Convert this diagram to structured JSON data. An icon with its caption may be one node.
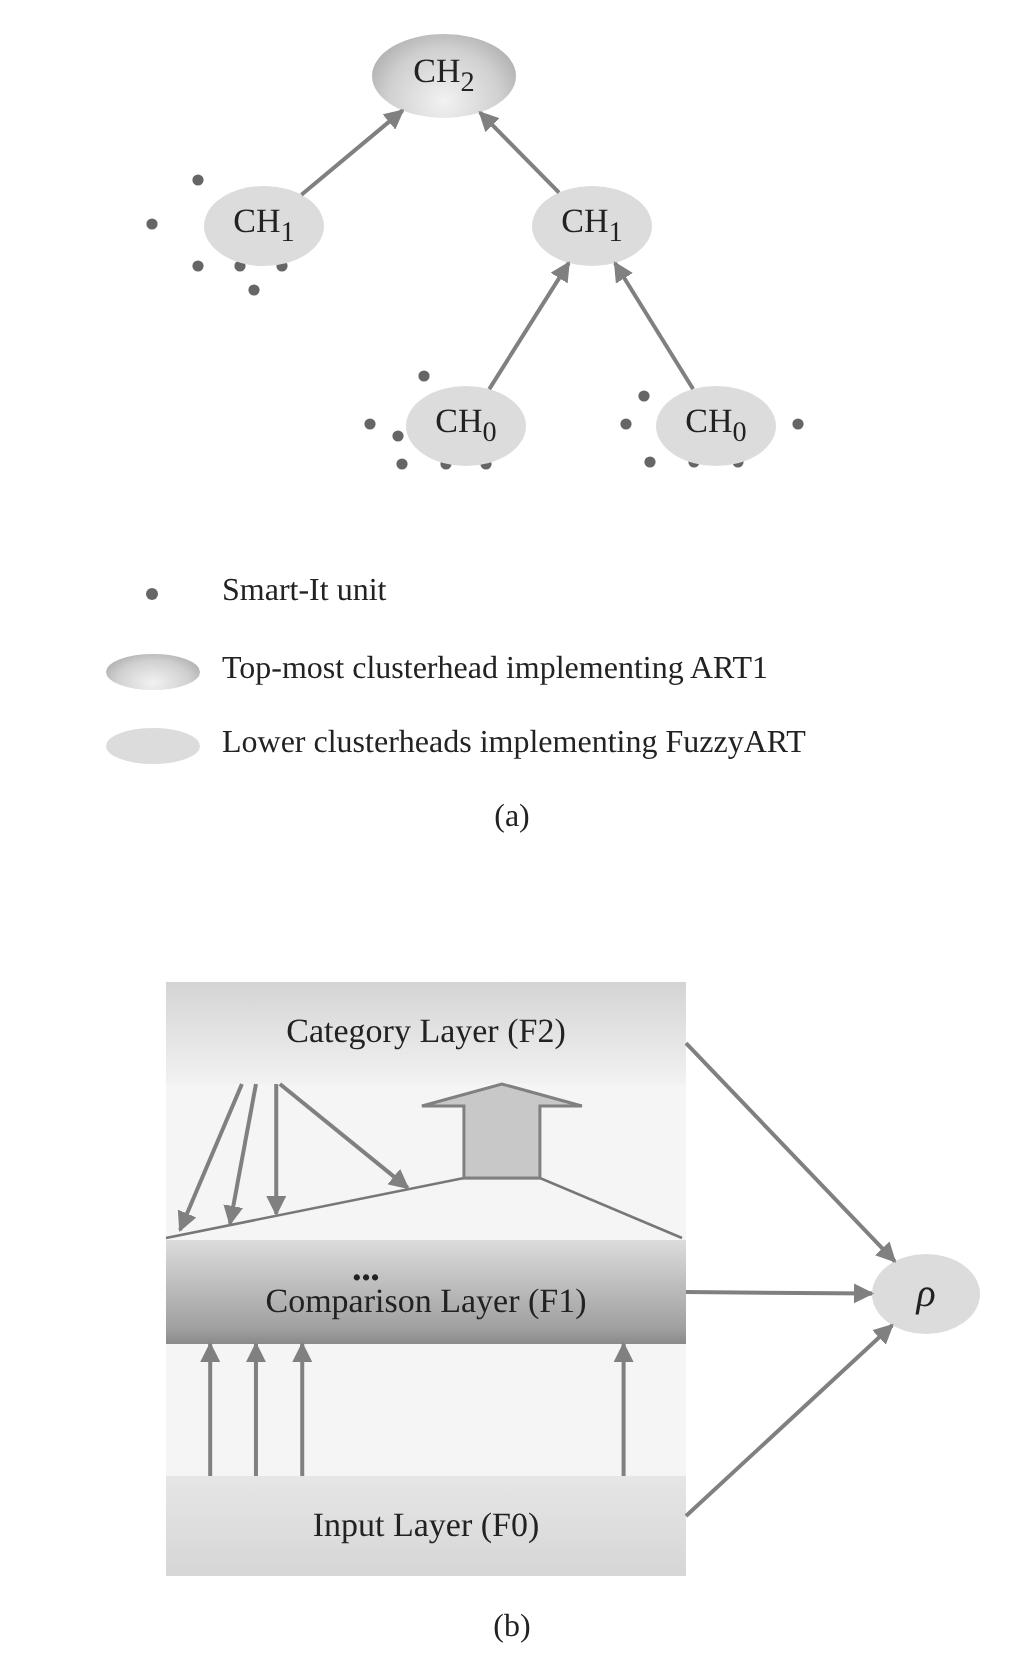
{
  "diagram": {
    "nodes": [
      {
        "text": [
          "CH$_{2}$"
        ]
      },
      {
        "text": [
          "CH$_{1}$"
        ]
      },
      {
        "text": [
          "CH$_{1}$"
        ]
      },
      {
        "text": [
          "CH$_{0}$"
        ]
      },
      {
        "text": [
          "CH$_{0}$"
        ]
      },
      {
        "text": [
          "Category Layer (F2)"
        ]
      },
      {
        "text": [],
        "shape": "trapezoid"
      },
      {
        "text": [
          "•••",
          "Comparison Layer (F1)"
        ]
      },
      {
        "text": [
          "Input Layer (F0)"
        ]
      },
      {
        "text": [
          "ρ"
        ]
      }
    ],
    "edges": [
      {
        "from": 1,
        "to": 0,
        "arrow": "to"
      },
      {
        "from": 2,
        "to": 0,
        "arrow": "to"
      },
      {
        "from": 3,
        "to": 2,
        "arrow": "to"
      },
      {
        "from": 4,
        "to": 2,
        "arrow": "to"
      },
      {
        "from": 5,
        "to": 9,
        "arrow": "to"
      },
      {
        "from": 7,
        "to": 9,
        "arrow": "to"
      },
      {
        "from": 8,
        "to": 9,
        "arrow": "to"
      },
      {
        "from": 8,
        "to": 7,
        "arrow": "to"
      },
      {
        "from": 8,
        "to": 7,
        "arrow": "to"
      },
      {
        "from": 8,
        "to": 7,
        "arrow": "to"
      },
      {
        "from": 8,
        "to": 7,
        "arrow": "to"
      },
      {
        "from": 5,
        "to": 6,
        "arrow": "to"
      },
      {
        "from": 5,
        "to": 6,
        "arrow": "to"
      },
      {
        "from": 5,
        "to": 6,
        "arrow": "to"
      },
      {
        "from": 5,
        "to": 6,
        "arrow": "to"
      },
      {
        "from": 6,
        "to": 5,
        "arrow": "to",
        "style": "thick"
      }
    ],
    "labels": [
      "(a)",
      "(b)"
    ],
    "legend": [
      {
        "text": "Smart-It unit"
      },
      {
        "text": "Top-most clusterhead implementing ART1"
      },
      {
        "text": "Lower clusterheads implementing FuzzyART"
      }
    ]
  }
}
